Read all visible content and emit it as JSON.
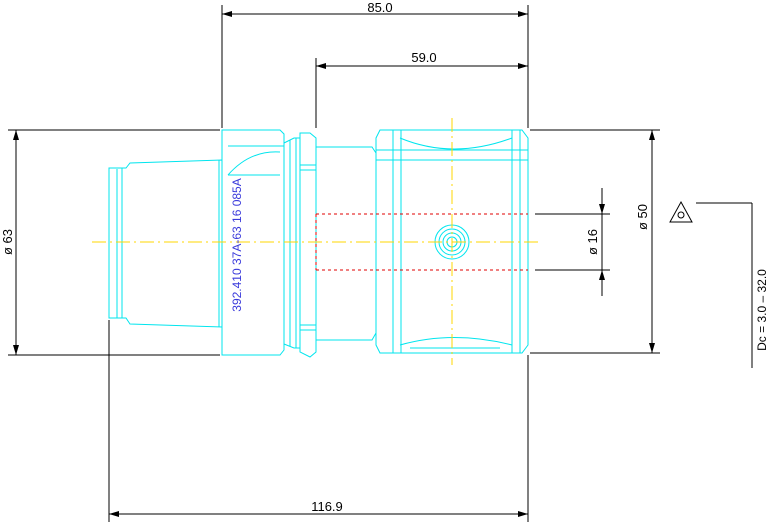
{
  "drawing": {
    "part_number": "392.410 37A-63 16 085A",
    "dimensions": {
      "overall_length": "116.9",
      "length_85": "85.0",
      "length_59": "59.0",
      "dia_63": "ø 63",
      "dia_50": "ø 50",
      "dia_16": "ø 16",
      "dc_range": "Dc = 3.0 – 32.0"
    },
    "colors": {
      "outline": "#00e5ee",
      "centerline": "#ffd700",
      "hidden": "#e00000",
      "dimension": "#000000",
      "text": "#3a3adb"
    }
  }
}
